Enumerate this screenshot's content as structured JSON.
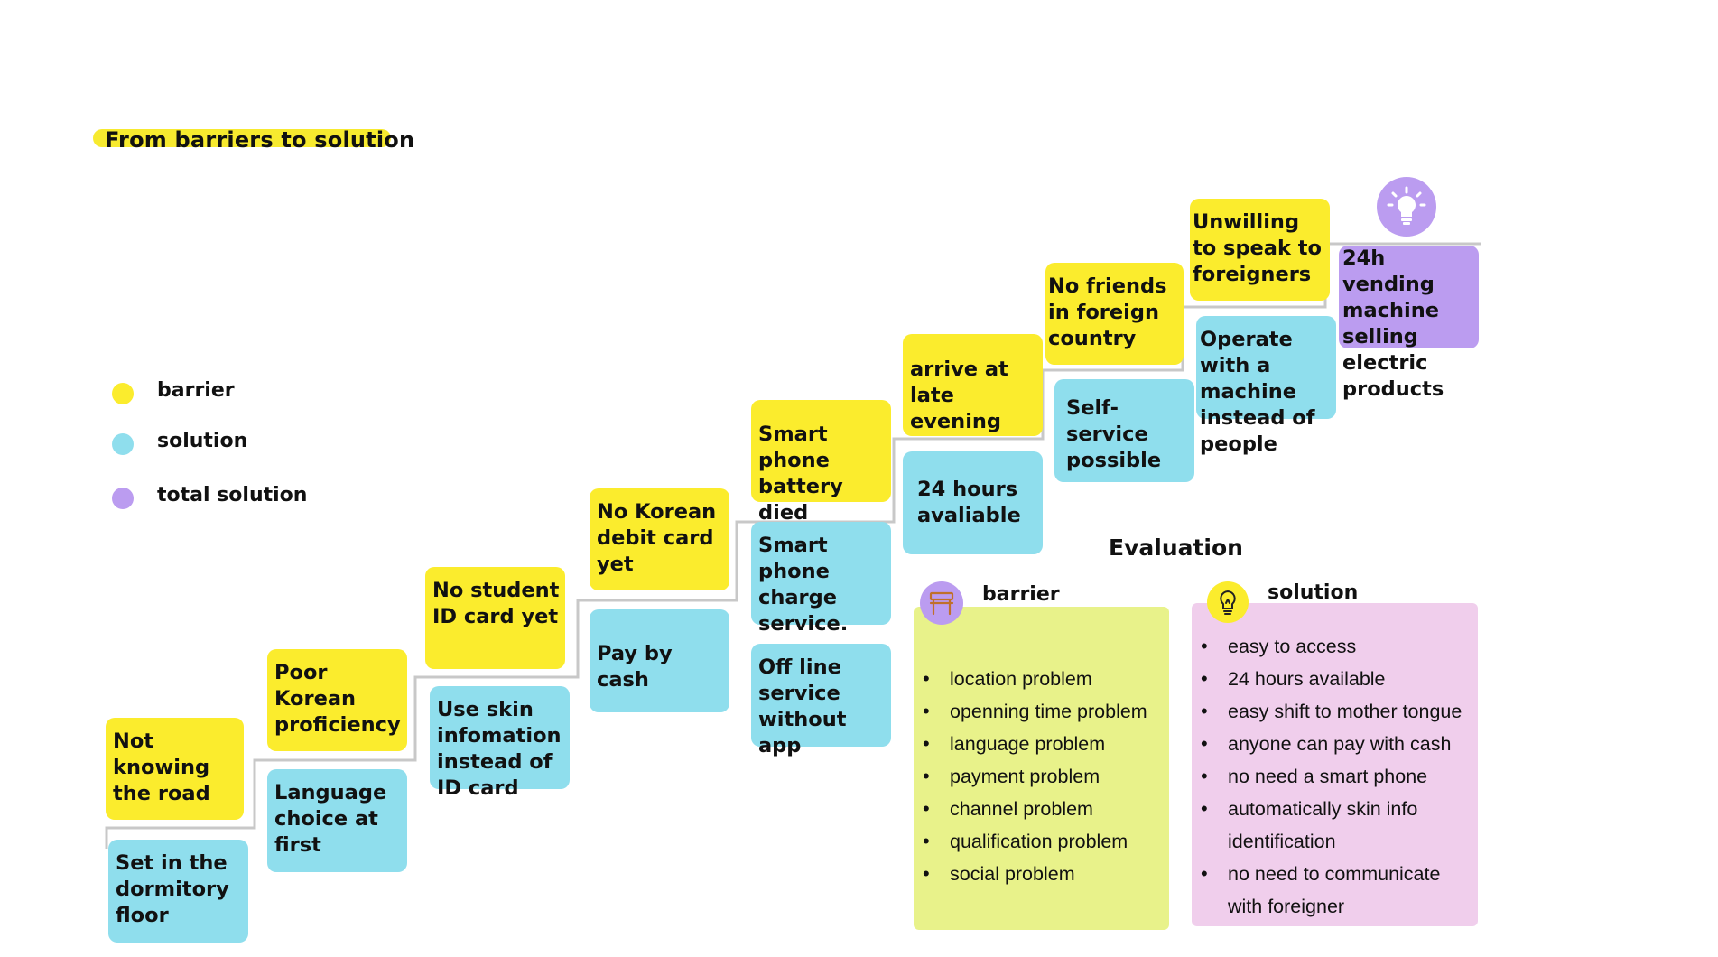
{
  "title": "From barriers to solution",
  "legend": [
    {
      "label": "barrier",
      "color": "#fbec2d"
    },
    {
      "label": "solution",
      "color": "#8fdeed"
    },
    {
      "label": "total solution",
      "color": "#bb9cf0"
    }
  ],
  "steps": [
    {
      "barrier": "Not knowing the road",
      "solution": "Set in the dormitory floor"
    },
    {
      "barrier": "Poor Korean proficiency",
      "solution": "Language choice at first"
    },
    {
      "barrier": "No student ID card yet",
      "solution": "Use skin infomation instead of ID card"
    },
    {
      "barrier": "No Korean debit card yet",
      "solution": "Pay by cash"
    },
    {
      "barrier": "Smart phone battery died",
      "solution": "Smart phone charge service.",
      "solution2": "Off line service without app"
    },
    {
      "barrier": "arrive at late evening",
      "solution": "24 hours avaliable"
    },
    {
      "barrier": "No friends in foreign country",
      "solution": "Self-service possible"
    },
    {
      "barrier": "Unwilling to speak to foreigners",
      "solution": "Operate with a machine instead of people"
    }
  ],
  "total_solution": "24h vending machine selling electric products",
  "icons": {
    "top": "lightbulb-icon",
    "barrier": "bench-icon",
    "solution": "lightbulb-icon"
  },
  "evaluation": {
    "title": "Evaluation",
    "barrier": {
      "label": "barrier",
      "items": [
        "location problem",
        "openning time problem",
        "language problem",
        "payment problem",
        "channel problem",
        "qualification problem",
        "social problem"
      ]
    },
    "solution": {
      "label": "solution",
      "items": [
        "easy to access",
        "24 hours available",
        "easy shift to mother tongue",
        "anyone can pay with cash",
        "no need a smart phone",
        "automatically skin info identification",
        "no need to communicate with foreigner"
      ]
    }
  }
}
